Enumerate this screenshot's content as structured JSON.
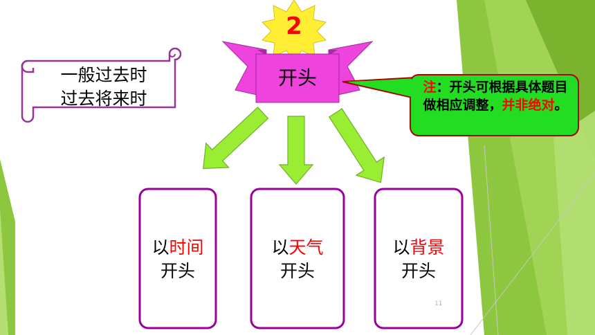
{
  "badge": {
    "number": "2"
  },
  "scroll": {
    "line1": "一般过去时",
    "line2": "过去将来时"
  },
  "banner": {
    "title": "开头"
  },
  "note": {
    "prefix": "注",
    "body1": "：开头可根据具体题目做相应调整，",
    "highlight1": "并",
    "highlight2": "非绝对",
    "end": "。"
  },
  "boxes": [
    {
      "prefix": "以",
      "keyword": "时间",
      "suffix": "开头"
    },
    {
      "prefix": "以",
      "keyword": "天气",
      "suffix": "开头"
    },
    {
      "prefix": "以",
      "keyword": "背景",
      "suffix": "开头"
    }
  ],
  "page_number": "11",
  "colors": {
    "background_green": "#8dc63f",
    "arrow_green": "#99ee33",
    "ribbon_magenta": "#ee44dd",
    "box_border": "#990099",
    "scroll_border": "#993399",
    "star_yellow": "#ffee33",
    "callout_green": "#22dd22",
    "highlight_red": "#ff0000"
  }
}
